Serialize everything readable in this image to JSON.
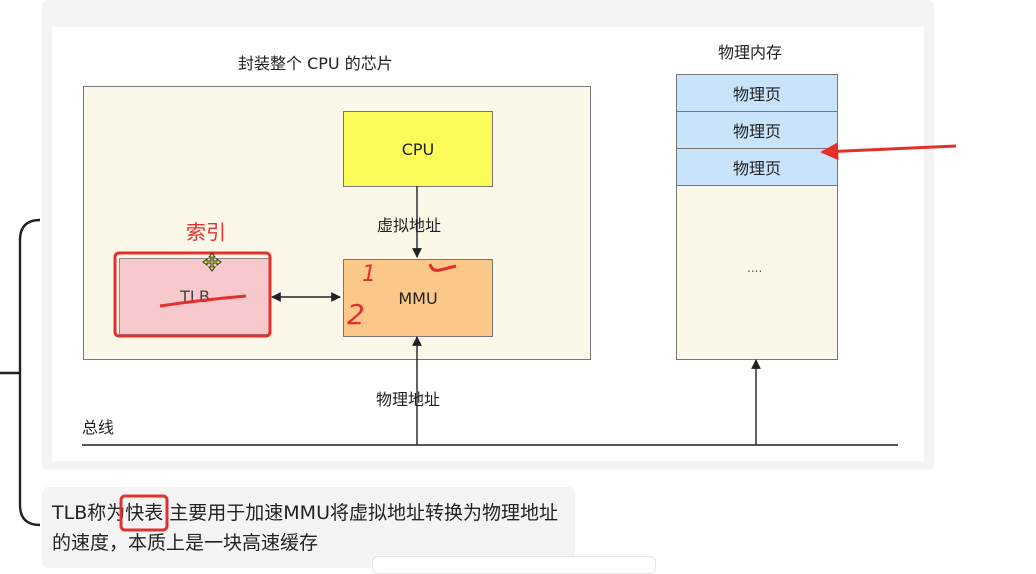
{
  "diagram": {
    "chip_label": "封装整个 CPU 的芯片",
    "memory_label": "物理内存",
    "cpu_label": "CPU",
    "mmu_label": "MMU",
    "tlb_label": "TLB",
    "virtual_addr_label": "虚拟地址",
    "physical_addr_label": "物理地址",
    "bus_label": "总线",
    "pages": [
      "物理页",
      "物理页",
      "物理页"
    ],
    "ellipsis": "....",
    "annotation_index": "索引",
    "annotation_1": "1",
    "annotation_2": "2"
  },
  "description": {
    "prefix": "TLB称为",
    "highlight": "快表",
    "suffix": "  主要用于加速MMU将虚拟地址转换为物理地址的速度，本质上是一块高速缓存"
  },
  "colors": {
    "annotation_red": "#e4302d",
    "cpu_fill": "#fbfb5a",
    "mmu_fill": "#fcc88a",
    "tlb_fill": "#f7c9cc",
    "page_fill": "#c9e3fb"
  }
}
